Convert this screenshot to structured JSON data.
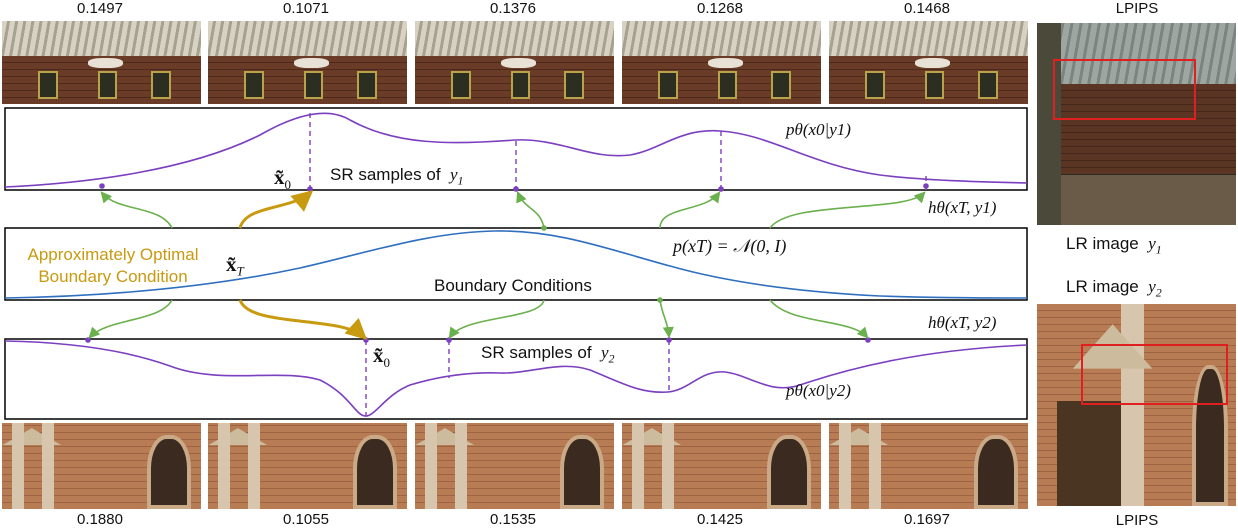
{
  "top_scores": [
    "0.1497",
    "0.1071",
    "0.1376",
    "0.1268",
    "0.1468"
  ],
  "bottom_scores": [
    "0.1880",
    "0.1055",
    "0.1535",
    "0.1425",
    "0.1697"
  ],
  "side_top_label": "LPIPS",
  "side_bottom_label": "LPIPS",
  "lr_label_prefix": "LR image",
  "lr_y1": "y",
  "lr_y1_sub": "1",
  "lr_y2": "y",
  "lr_y2_sub": "2",
  "panel1": {
    "title_prefix": "SR samples of",
    "title_var": "y",
    "title_sub": "1",
    "x0_label": "x̃",
    "x0_sub": "0",
    "dist_label": "pθ(x0|y1)"
  },
  "panel2": {
    "title": "Boundary Conditions",
    "prior_label": "p(xT) = 𝒩(0, I)",
    "xT_label": "x̃",
    "xT_sub": "T",
    "optimal_line1": "Approximately Optimal",
    "optimal_line2": "Boundary Condition"
  },
  "panel3": {
    "title_prefix": "SR samples of",
    "title_var": "y",
    "title_sub": "2",
    "x0_label": "x̃",
    "x0_sub": "0",
    "dist_label": "pθ(x0|y2)"
  },
  "map1_label": "hθ(xT, y1)",
  "map2_label": "hθ(xT, y2)",
  "colors": {
    "purple": "#7b3fbf",
    "blue": "#2f6fbf",
    "green": "#6ab04c",
    "gold": "#c89a10",
    "red_box": "#e02020"
  }
}
